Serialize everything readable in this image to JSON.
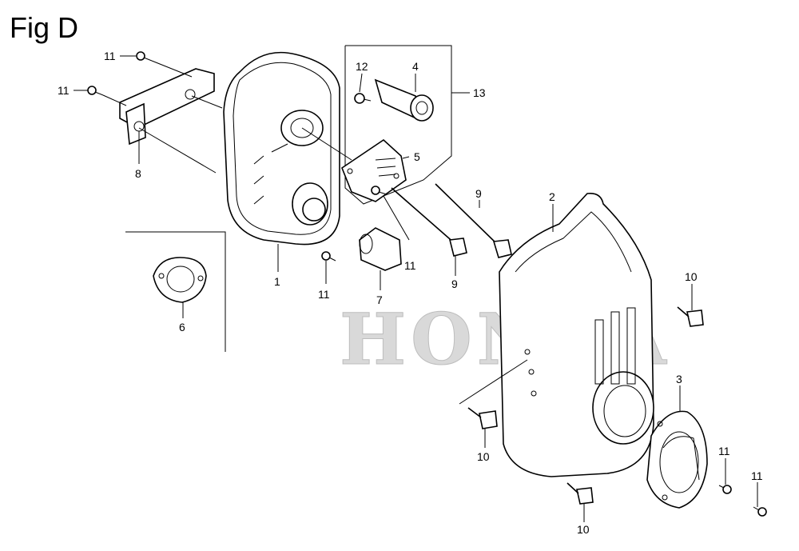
{
  "figure": {
    "title": "Fig D",
    "watermark": "HONDA"
  },
  "callouts": [
    {
      "id": "c-11-a",
      "text": "11",
      "part": "screw"
    },
    {
      "id": "c-11-b",
      "text": "11",
      "part": "screw"
    },
    {
      "id": "c-8",
      "text": "8",
      "part": "bracket"
    },
    {
      "id": "c-12",
      "text": "12",
      "part": "screw"
    },
    {
      "id": "c-4",
      "text": "4",
      "part": "spark-arrester"
    },
    {
      "id": "c-13",
      "text": "13",
      "part": "spark-arrester-kit"
    },
    {
      "id": "c-5",
      "text": "5",
      "part": "label-plate"
    },
    {
      "id": "c-9-a",
      "text": "9",
      "part": "long-bolt"
    },
    {
      "id": "c-2",
      "text": "2",
      "part": "muffler-protector"
    },
    {
      "id": "c-1",
      "text": "1",
      "part": "muffler"
    },
    {
      "id": "c-11-c",
      "text": "11",
      "part": "screw"
    },
    {
      "id": "c-11-d",
      "text": "11",
      "part": "screw"
    },
    {
      "id": "c-9-b",
      "text": "9",
      "part": "long-bolt"
    },
    {
      "id": "c-7",
      "text": "7",
      "part": "nut"
    },
    {
      "id": "c-6",
      "text": "6",
      "part": "gasket"
    },
    {
      "id": "c-10-a",
      "text": "10",
      "part": "flange-bolt"
    },
    {
      "id": "c-3",
      "text": "3",
      "part": "exhaust-deflector"
    },
    {
      "id": "c-10-b",
      "text": "10",
      "part": "flange-bolt"
    },
    {
      "id": "c-11-e",
      "text": "11",
      "part": "screw"
    },
    {
      "id": "c-11-f",
      "text": "11",
      "part": "screw"
    },
    {
      "id": "c-10-c",
      "text": "10",
      "part": "flange-bolt"
    }
  ]
}
